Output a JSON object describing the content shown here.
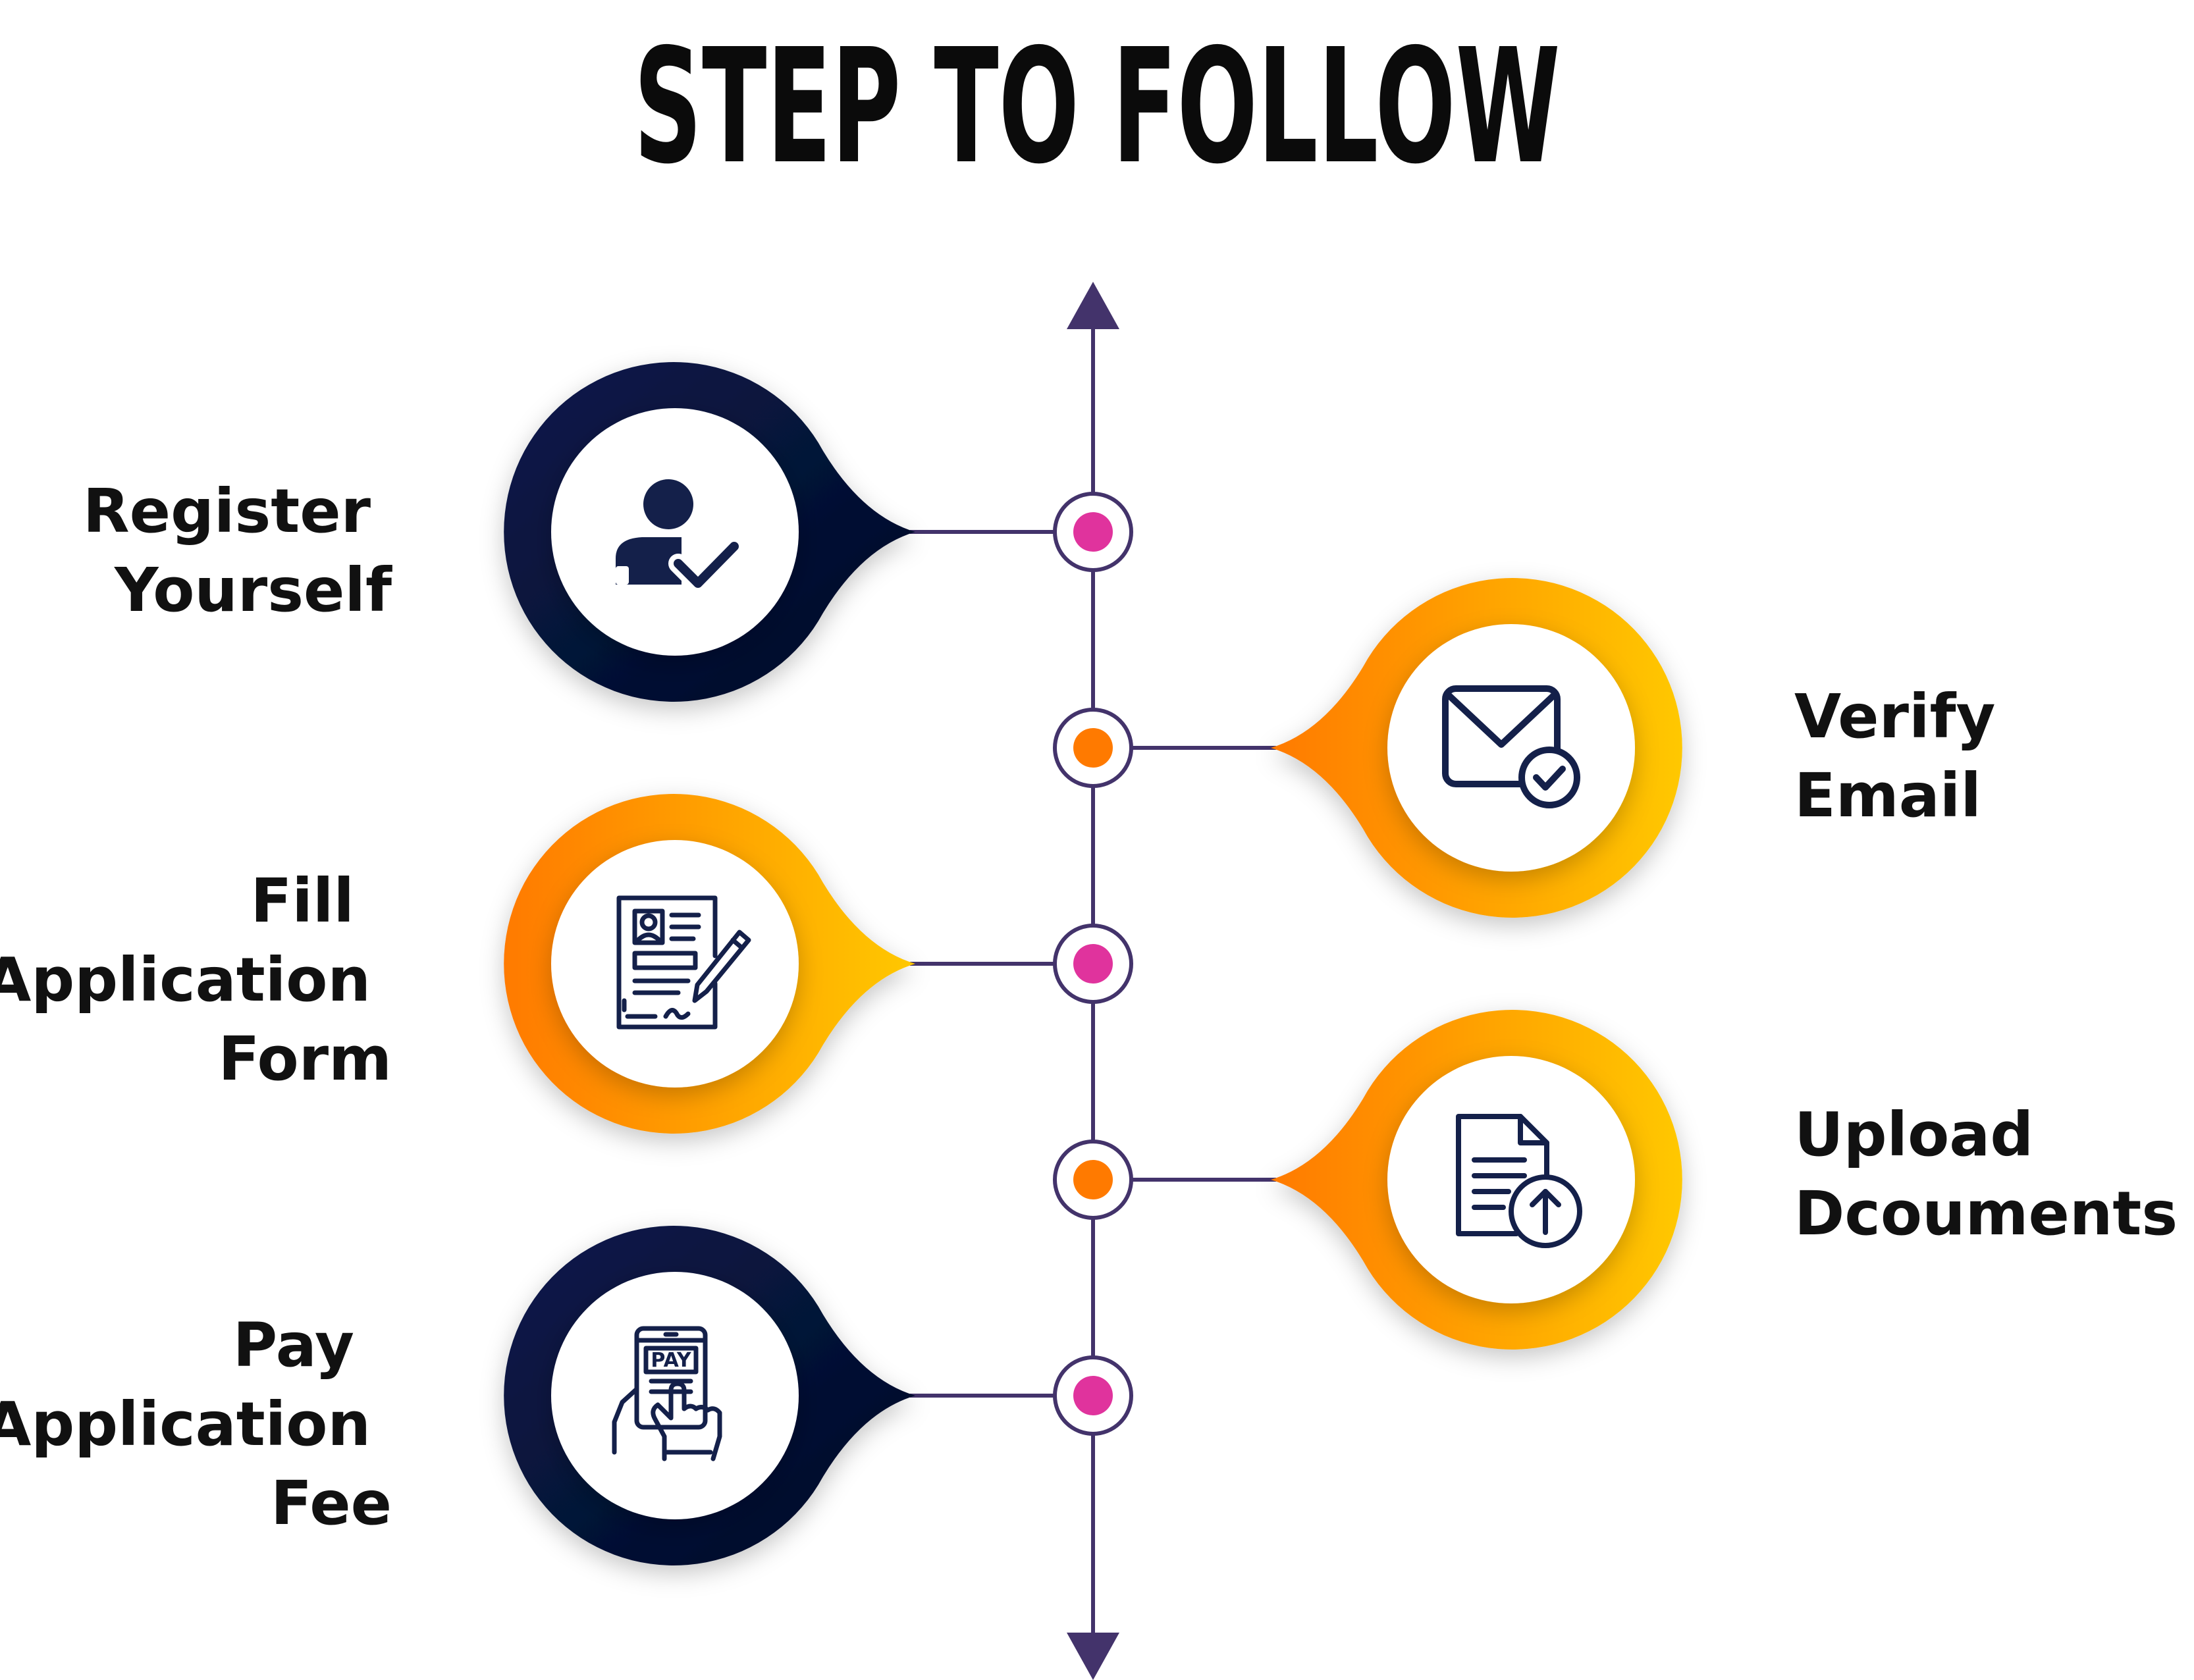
{
  "title": "STEP TO FOLLOW",
  "colors": {
    "line": "#43336b",
    "navy_start": "#0a1a4c",
    "navy_end": "#020b24",
    "orange_start": "#ff7a00",
    "orange_end": "#ffc800",
    "dot_pink": "#e0339d",
    "dot_orange": "#ff7a00",
    "icon_stroke": "#14204a",
    "bg": "#ffffff"
  },
  "steps": [
    {
      "id": "register",
      "side": "left",
      "theme": "navy",
      "icon": "user-check-icon",
      "label_lines": [
        "Register",
        "Yourself"
      ]
    },
    {
      "id": "verify",
      "side": "right",
      "theme": "orange",
      "icon": "mail-check-icon",
      "label_lines": [
        "Verify",
        "Email"
      ]
    },
    {
      "id": "fill",
      "side": "left",
      "theme": "orange",
      "icon": "application-form-icon",
      "label_lines": [
        "Fill",
        "Application",
        "Form"
      ]
    },
    {
      "id": "upload",
      "side": "right",
      "theme": "orange",
      "icon": "document-upload-icon",
      "label_lines": [
        "Upload",
        "Dcouments"
      ]
    },
    {
      "id": "pay",
      "side": "left",
      "theme": "navy",
      "icon": "pay-fee-icon",
      "label_lines": [
        "Pay",
        "Application",
        "Fee"
      ]
    }
  ]
}
